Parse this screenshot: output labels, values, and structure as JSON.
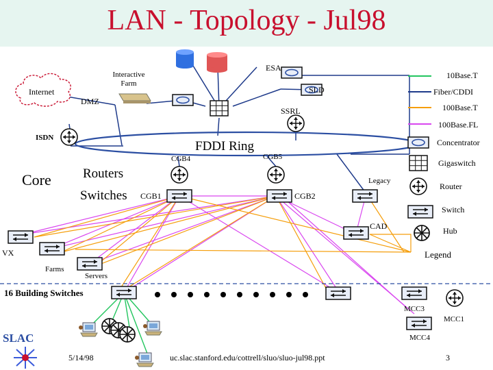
{
  "title": "LAN - Topology - Jul98",
  "labels": {
    "internet": "Internet",
    "interactive_farm": "Interactive Farm",
    "esa": "ESA",
    "sld": "SLD",
    "dmz": "DMZ",
    "ssrl": "SSRL",
    "isdn": "ISDN",
    "fddi_ring": "FDDI Ring",
    "cgb4": "CGB4",
    "cgb5": "CGB5",
    "core": "Core",
    "routers": "Routers",
    "switches": "Switches",
    "cgb1": "CGB1",
    "cgb2": "CGB2",
    "legacy": "Legacy",
    "cad": "CAD",
    "vx": "VX",
    "farms": "Farms",
    "servers": "Servers",
    "building_switches": "16 Building Switches",
    "mcc3": "MCC3",
    "mcc1": "MCC1",
    "mcc4": "MCC4"
  },
  "legend": {
    "title": "Legend",
    "lines": [
      {
        "label": "10Base.T",
        "color": "#22c55e"
      },
      {
        "label": "Fiber/CDDI",
        "color": "#1e3a8a"
      },
      {
        "label": "100Base.T",
        "color": "#f59e0b"
      },
      {
        "label": "100Base.FL",
        "color": "#d946ef"
      }
    ],
    "devices": {
      "concentrator": "Concentrator",
      "gigaswitch": "Gigaswitch",
      "router": "Router",
      "switch": "Switch",
      "hub": "Hub"
    }
  },
  "footer": {
    "logo": "SLAC",
    "date": "5/14/98",
    "url": "uc.slac.stanford.edu/cottrell/sluo/sluo-jul98.ppt",
    "page": "3"
  },
  "colors": {
    "title": "#c8102e",
    "title_band": "#e6f5f0",
    "ring": "#2b4ea2",
    "fiber": "#1e3a8a",
    "utp10": "#22c55e",
    "fast": "#f59e0b",
    "fl": "#d946ef",
    "sw_fill": "#e9eef8"
  }
}
